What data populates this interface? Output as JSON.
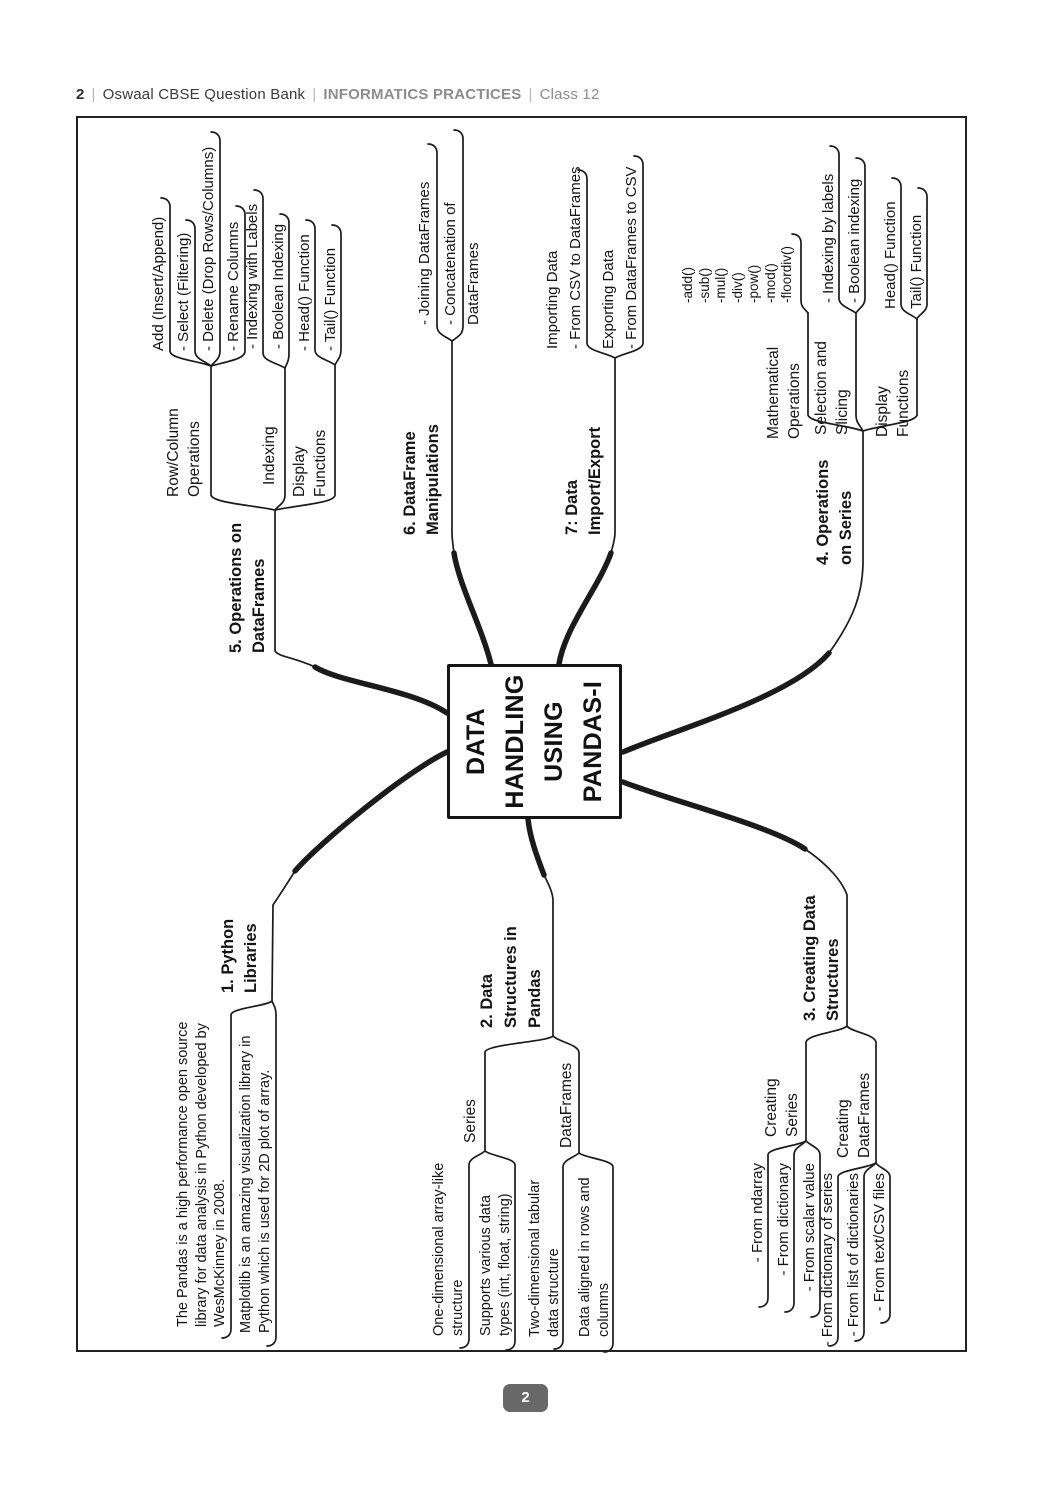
{
  "header": {
    "page_number": "2",
    "book": "Oswaal CBSE Question Bank",
    "subject": "INFORMATICS PRACTICES",
    "grade": "Class 12",
    "separator": "|"
  },
  "footer": {
    "page_badge": "2"
  },
  "colors": {
    "line": "#1b1b1b",
    "badge_bg": "#686868",
    "header_muted": "#8c8c8c"
  },
  "mindmap": {
    "center": "DATA\nHANDLING\nUSING\nPANDAS-I",
    "b1": {
      "label": "1. Python\nLibraries",
      "notes": [
        "The Pandas is a high performance open source\nlibrary for data analysis in Python developed by\nWesMcKinney in 2008.",
        "Matplotlib is an amazing visualization library in\nPython which is used for 2D plot of array."
      ]
    },
    "b2": {
      "label": "2. Data\nStructures in\nPandas",
      "series": {
        "label": "Series",
        "items": [
          "One-dimensional array-like\nstructure",
          "Supports various data\ntypes (int, float, string)"
        ]
      },
      "dataframes": {
        "label": "DataFrames",
        "items": [
          "Two-dimensional tabular\ndata structure",
          "Data aligned in rows and\ncolumns"
        ]
      }
    },
    "b3": {
      "label": "3. Creating Data\nStructures",
      "creating_series": {
        "label": "Creating\nSeries",
        "items": [
          "- From ndarray",
          "- From dictionary",
          "- From scalar value"
        ]
      },
      "creating_dataframes": {
        "label": "Creating\nDataFrames",
        "items": [
          "- From dictionary of series",
          "- From list of dictionaries",
          "- From text/CSV files"
        ]
      }
    },
    "b4": {
      "label": "4. Operations\non Series",
      "math": {
        "label": "Mathematical\nOperations",
        "items": [
          "-add()\n-sub()\n-mul()\n-div()\n-pow()\n-mod()\n-floordiv()"
        ]
      },
      "selection": {
        "label": "Selection and\nSlicing",
        "items": [
          "- Indexing by labels",
          "- Boolean indexing"
        ]
      },
      "display": {
        "label": "Display\nFunctions",
        "items": [
          "Head() Function",
          "Tail() Function"
        ]
      }
    },
    "b5": {
      "label": "5. Operations on\nDataFrames",
      "rowcol": {
        "label": "Row/Column\nOperations",
        "items": [
          "Add (Insert/Append)",
          "- Select (Filtering)",
          "- Delete (Drop Rows/Columns)",
          "- Rename Columns"
        ]
      },
      "indexing": {
        "label": "Indexing",
        "items": [
          "- Indexing with Labels",
          "- Boolean Indexing"
        ]
      },
      "display": {
        "label": "Display\nFunctions",
        "items": [
          "- Head() Function",
          "- Tail() Function"
        ]
      }
    },
    "b6": {
      "label": "6. DataFrame\nManipulations",
      "items": [
        "- Joining DataFrames",
        "- Concatenation of DataFrames"
      ]
    },
    "b7": {
      "label": "7: Data\nImport/Export",
      "items": [
        "Importing Data\n- From CSV to DataFrames",
        "Exporting Data\n- From DataFrames to CSV"
      ]
    }
  }
}
